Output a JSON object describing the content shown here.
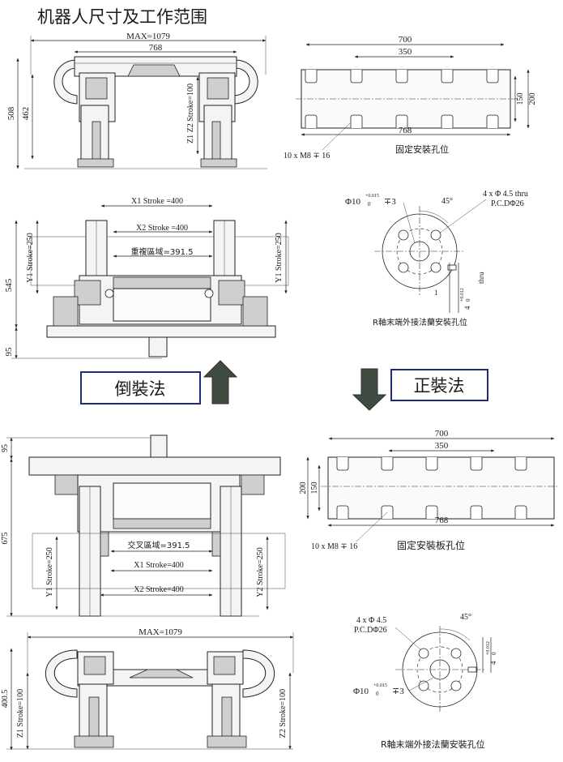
{
  "title": "机器人尺寸及工作范围",
  "top_view": {
    "max_width": "MAX=1079",
    "inner_width": "768",
    "height_outer": "508",
    "height_inner": "462",
    "z_stroke_label": "Z1 Z2 Stroke=100"
  },
  "top_plate": {
    "width_outer": "700",
    "width_inner": "350",
    "width_total": "768",
    "height_inner": "150",
    "height_outer": "200",
    "holes_note": "10 x  M8 ∓ 16",
    "caption": "固定安裝孔位"
  },
  "inverted_view": {
    "x1": "X1 Stroke =400",
    "x2": "X2 Stroke =400",
    "overlap": "重複區域=391.5",
    "y1": "Y1 Stroke=250",
    "y2": "Y1 Stroke=250",
    "h1": "545",
    "h2": "95"
  },
  "flange_top": {
    "d10": "Φ10",
    "tol_plus": "+0.015",
    "tol_zero": "0",
    "depth": "∓3",
    "angle": "45°",
    "holes": "4 x  Φ 4.5  thru",
    "pcd": "P.C.DΦ26",
    "thru": "thru",
    "side_tol": "+0.012",
    "side_zero": "0",
    "side_4": "4",
    "side_1": "1",
    "caption": "R軸末端外接法蘭安裝孔位"
  },
  "labels": {
    "inverted": "倒裝法",
    "upright": "正裝法"
  },
  "upright_view": {
    "h95": "95",
    "h675": "675",
    "cross": "交叉區域=391.5",
    "x1": "X1 Stroke=400",
    "x2": "X2 Stroke=400",
    "y1": "Y1 Stroke=250",
    "y2": "Y2 Stroke=250"
  },
  "bottom_plate": {
    "width_outer": "700",
    "width_inner": "350",
    "width_total": "768",
    "height_outer": "200",
    "height_inner": "150",
    "holes_note": "10 x  M8 ∓ 16",
    "caption": "固定安裝板孔位"
  },
  "bottom_view": {
    "max_width": "MAX=1079",
    "height": "400.5",
    "z1": "Z1 Stroke=100",
    "z2": "Z2 Stroke=100"
  },
  "flange_bottom": {
    "holes": "4 x  Φ 4.5",
    "pcd": "P.C.DΦ26",
    "angle": "45°",
    "side_tol": "+0.012",
    "side_zero": "0",
    "side_4": "4",
    "d10": "Φ10",
    "tol_plus": "+0.015",
    "tol_zero": "0",
    "depth": "∓3",
    "caption": "R軸末端外接法蘭安裝孔位"
  },
  "colors": {
    "label_border": "#1f2a78",
    "arrow_fill": "#3f4a40"
  }
}
